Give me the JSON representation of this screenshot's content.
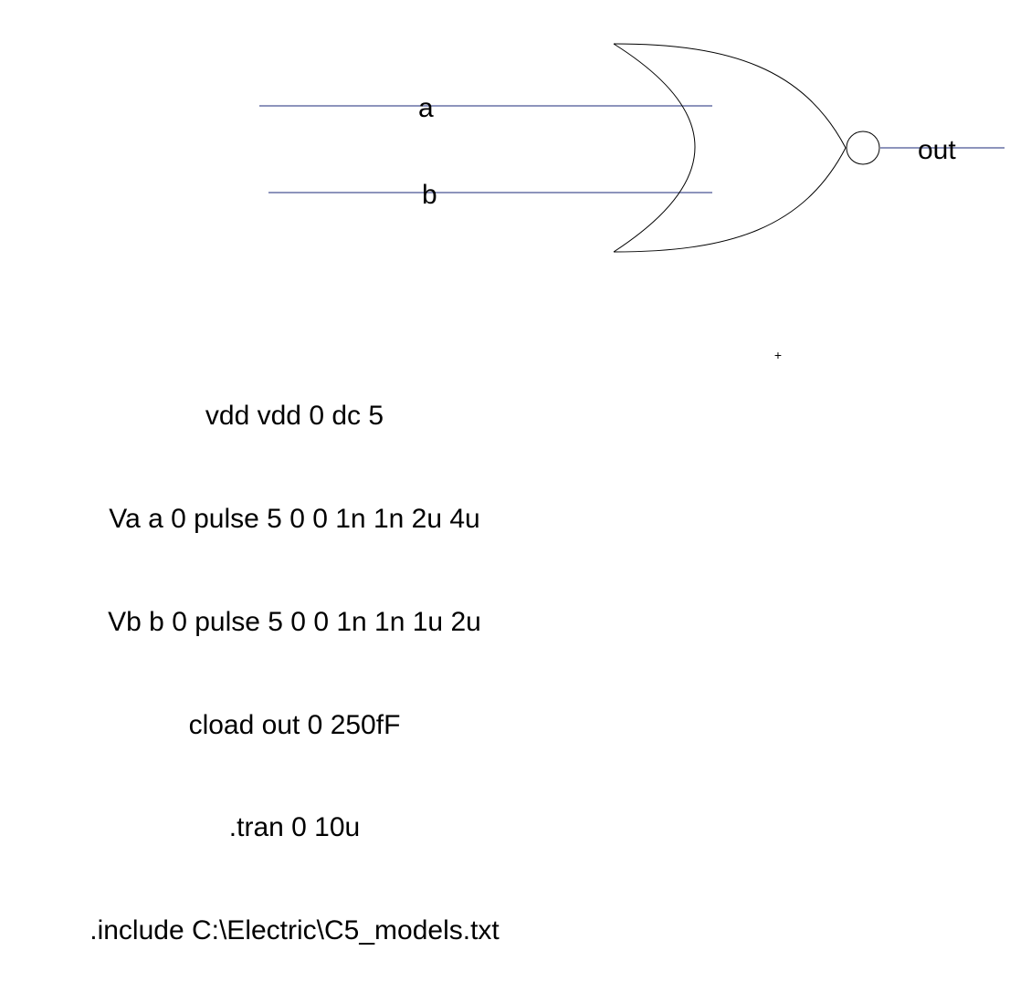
{
  "schematic": {
    "gate_type": "nor",
    "inputs": [
      {
        "name": "a",
        "label": "a"
      },
      {
        "name": "b",
        "label": "b"
      }
    ],
    "output": {
      "name": "out",
      "label": "out"
    },
    "cursor_glyph": "+",
    "spice_lines": [
      "vdd vdd 0 dc 5",
      "Va a 0 pulse 5 0 0 1n 1n 2u 4u",
      "Vb b 0 pulse 5 0 0 1n 1n 1u 2u",
      "cload out 0 250fF",
      ".tran 0 10u",
      ".include C:\\Electric\\C5_models.txt"
    ],
    "colors": {
      "wire": "#1b2a7a",
      "gate": "#000000",
      "text": "#000000",
      "background": "#ffffff"
    }
  }
}
